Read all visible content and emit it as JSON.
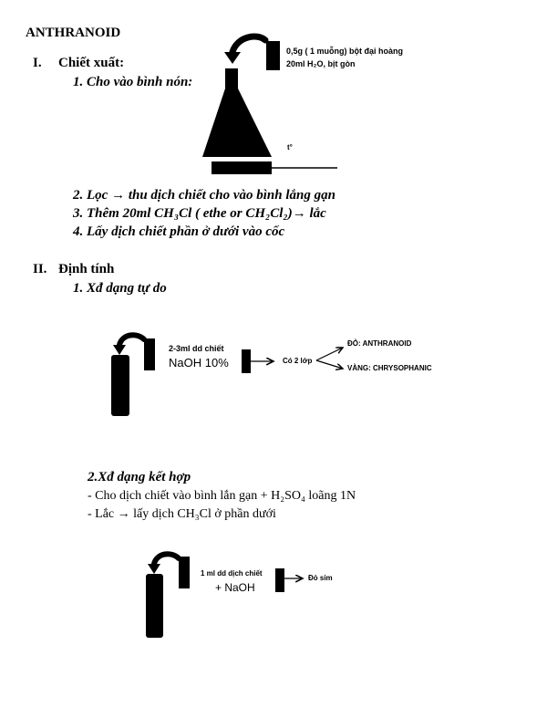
{
  "title": "ANTHRANOID",
  "section1": {
    "num": "I.",
    "heading": "Chiết xuất:",
    "steps": [
      "1. Cho vào bình nón:",
      "2. Lọc  → thu dịch chiết cho vào bình lắng gạn",
      "3. Thêm 20ml CH₃Cl ( ethe or CH₂Cl₂)→ lắc",
      "4. Lấy dịch chiết phần ở dưới vào cốc"
    ],
    "flask_label_1": "0,5g ( 1 muỗng)  bột  đại hoàng",
    "flask_label_2": "20ml H₂O, bịt gòn",
    "heat_label": "t°"
  },
  "section2": {
    "num": "II.",
    "heading": "Định tính",
    "sub1": "1. Xđ dạng tự do",
    "tube1_label_1": "2-3ml dd chiết",
    "tube1_label_2": "NaOH 10%",
    "layers_label": "Có 2 lớp",
    "result_red": "ĐỎ: ANTHRANOID",
    "result_yellow": "VÀNG: CHRYSOPHANIC",
    "sub2": "2.Xđ dạng  kết hợp",
    "line1": "- Cho dịch chiết vào  bình lắn gạn + H₂SO₄ loãng 1N",
    "line2": "- Lắc → lấy dịch CH₃Cl ở phần dưới",
    "tube2_label_1": "1 ml dd dịch chiết",
    "tube2_label_2": "+ NaOH",
    "result_final": "Đỏ sim"
  }
}
